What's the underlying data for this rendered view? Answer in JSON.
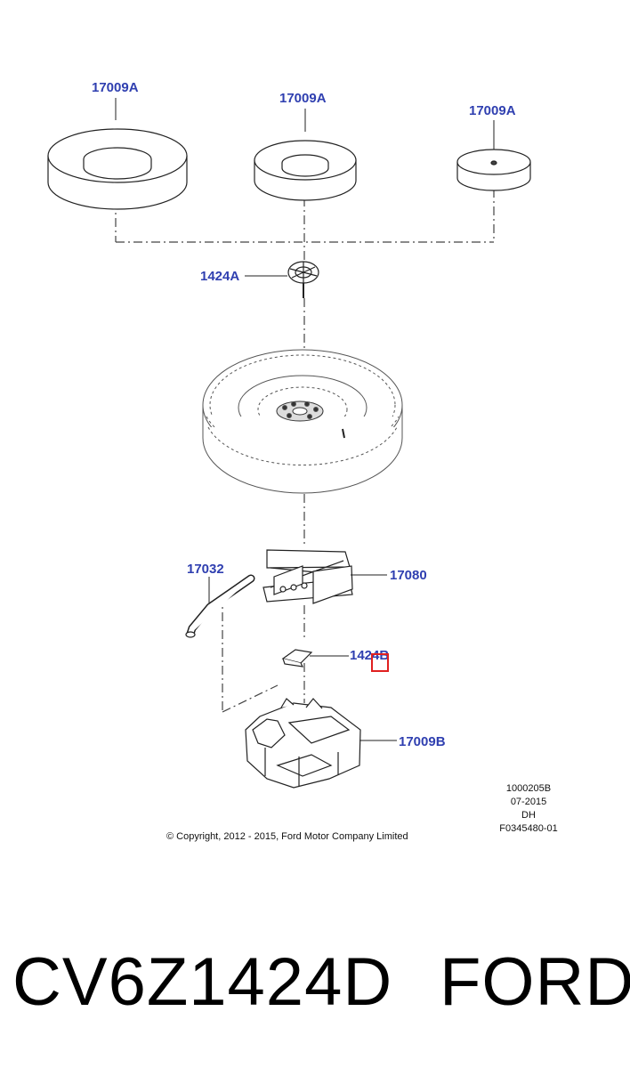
{
  "callouts": {
    "pad_large": "17009A",
    "pad_medium": "17009A",
    "pad_small": "17009A",
    "retainer_bolt": "1424A",
    "jack_handle": "17032",
    "jack": "17080",
    "bracket": "1424B",
    "tray": "17009B"
  },
  "meta": {
    "line1": "1000205B",
    "line2": "07-2015",
    "line3": "DH",
    "line4": "F0345480-01"
  },
  "copyright": "© Copyright, 2012 - 2015, Ford Motor Company Limited",
  "footer": {
    "part_number": "CV6Z1424D",
    "brand": "FORD"
  },
  "colors": {
    "callout": "#2f3fb0",
    "highlight": "#e02020",
    "line": "#222222"
  }
}
